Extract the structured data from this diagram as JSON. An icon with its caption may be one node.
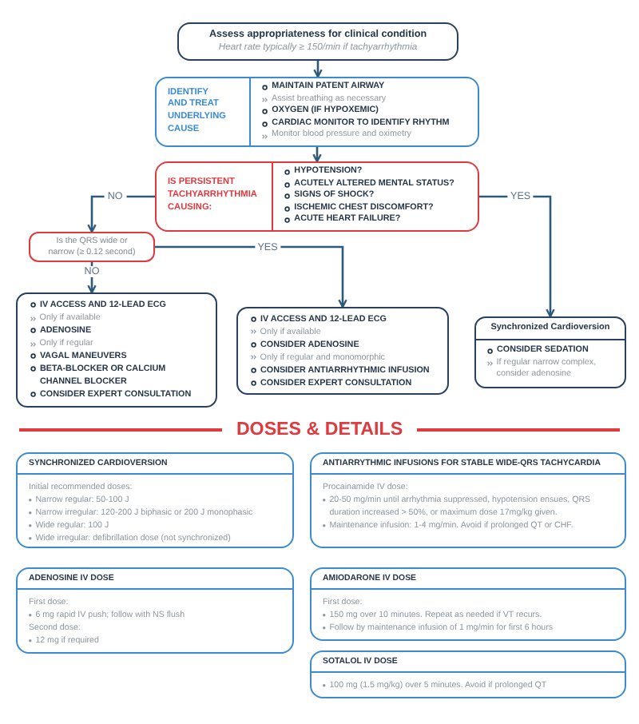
{
  "diagram": {
    "nodes": [
      {
        "text": [
          "Assess appropriateness for clinical condition",
          "Heart rate typically ≥ 150/min if tachyarrhythmia"
        ]
      },
      {
        "text": [
          "IDENTIFY AND TREAT UNDERLYING CAUSE",
          "MAINTAIN PATENT AIRWAY",
          "Assist breathing as necessary",
          "OXYGEN (IF HYPOXEMIC)",
          "CARDIAC MONITOR TO IDENTIFY RHYTHM",
          "Monitor blood pressure and oximetry"
        ]
      },
      {
        "text": [
          "IS PERSISTENT TACHYARRHYTHMIA CAUSING:",
          "HYPOTENSION?",
          "ACUTELY ALTERED MENTAL STATUS?",
          "SIGNS OF SHOCK?",
          "ISCHEMIC CHEST DISCOMFORT?",
          "ACUTE HEART FAILURE?"
        ]
      },
      {
        "text": [
          "Is the QRS wide or narrow (≥ 0.12 second)"
        ]
      },
      {
        "text": [
          "IV ACCESS AND 12-LEAD ECG",
          "Only if available",
          "ADENOSINE",
          "Only if regular",
          "VAGAL MANEUVERS",
          "BETA-BLOCKER OR CALCIUM CHANNEL BLOCKER",
          "CONSIDER EXPERT CONSULTATION"
        ]
      },
      {
        "text": [
          "IV ACCESS AND 12-LEAD ECG",
          "Only if available",
          "CONSIDER ADENOSINE",
          "Only if regular and monomorphic",
          "CONSIDER ANTIARRHYTHMIC INFUSION",
          "CONSIDER EXPERT CONSULTATION"
        ]
      },
      {
        "text": [
          "Synchronized Cardioversion",
          "CONSIDER SEDATION",
          "If regular narrow complex, consider adenosine"
        ]
      },
      {
        "text": [
          "SYNCHRONIZED CARDIOVERSION",
          "Initial recommended doses:",
          "Narrow regular: 50-100 J",
          "Narrow irregular: 120-200 J biphasic or 200 J monophasic",
          "Wide regular: 100 J",
          "Wide irregular: defibrillation dose (not synchronized)"
        ]
      },
      {
        "text": [
          "ANTIARRYTHMIC INFUSIONS FOR STABLE WIDE-QRS TACHYCARDIA",
          "Procainamide IV dose:",
          "20-50 mg/min until arrhythmia suppressed, hypotension ensues, QRS duration increased > 50%, or maximum dose 17mg/kg given.",
          "Maintenance infusion: 1-4 mg/min. Avoid if prolonged QT or CHF."
        ]
      },
      {
        "text": [
          "ADENOSINE IV DOSE",
          "First dose:",
          "6 mg rapid IV push; follow with NS flush",
          "Second dose:",
          "12 mg if required"
        ]
      },
      {
        "text": [
          "AMIODARONE IV DOSE",
          "First dose:",
          "150 mg over 10 minutes. Repeat as needed if VT recurs.",
          "Follow by maintenance infusion of 1 mg/min for first 6 hours"
        ]
      },
      {
        "text": [
          "SOTALOL IV DOSE",
          "100 mg (1.5 mg/kg) over 5 minutes. Avoid if prolonged QT"
        ]
      }
    ],
    "edges": [
      {
        "from": 0,
        "to": 1,
        "arrow": "to"
      },
      {
        "from": 1,
        "to": 2,
        "arrow": "to"
      },
      {
        "from": 2,
        "to": 3,
        "arrow": "to",
        "label": "NO"
      },
      {
        "from": 2,
        "to": 6,
        "arrow": "to",
        "label": "YES"
      },
      {
        "from": 3,
        "to": 5,
        "arrow": "to",
        "label": "YES"
      },
      {
        "from": 3,
        "to": 4,
        "arrow": "to",
        "label": "NO"
      }
    ],
    "labels": [
      "DOSES & DETAILS"
    ]
  }
}
